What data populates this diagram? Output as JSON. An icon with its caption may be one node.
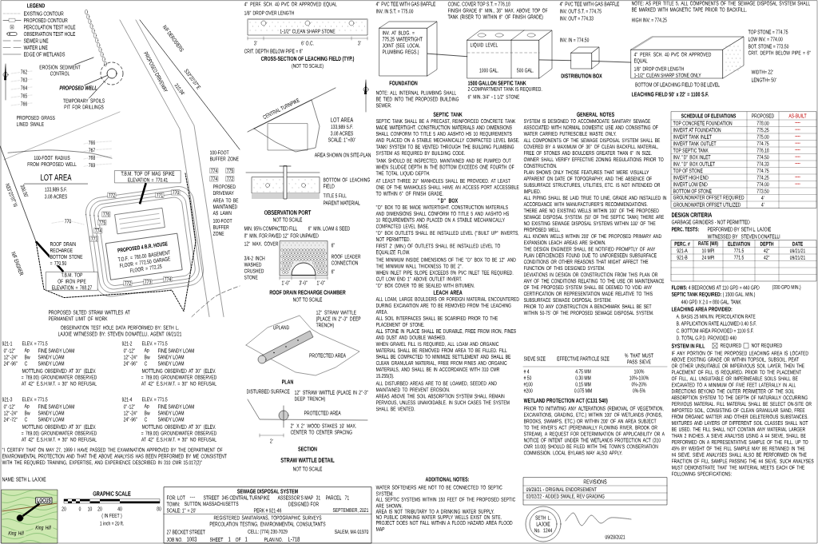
{
  "diagram": {
    "nodes": [
      {
        "text": [
          "INV. AT BLDG. = 775.25 WATERTIGHT JOINT (SEE LOCAL PLUMBING REGS.)",
          "FOUNDATION"
        ]
      },
      {
        "text": [
          "1000 GAL.",
          "500 GAL.",
          "1500 GALLON SEPTIC TANK"
        ],
        "beside": [
          "2-COMPARTMENT TANK IS REQUIRED."
        ]
      },
      {
        "text": [
          "DISTRIBUTION BOX"
        ],
        "beside": [
          "INV. IN = 774.50"
        ]
      },
      {
        "text": [
          "BOTTOM OF LEACHING FIELD TO BE LEVEL",
          "LEACHING FIELD 50' x 22' = 1100 S.F."
        ]
      },
      {
        "text": [
          "PROPOSED 4 B.R. HOUSE",
          "T.O.F. = 780.00 BASEMENT FLOOR = 772.50 GARAGE FLOOR = 772.25"
        ]
      },
      {
        "text": [],
        "shape": "circle"
      },
      {
        "text": [
          "PROPOSED WELL"
        ]
      },
      {
        "text": [
          "T.B.M. TOP OF MAG SPIKE ELEVATION = 770.41"
        ]
      },
      {
        "text": [
          "T.B.M. TOP OF IRON PIPE ELEVATION = 768.27"
        ]
      },
      {
        "text": [],
        "shape": "picture"
      },
      {
        "text": [
          "LOCUS"
        ],
        "in": 9
      },
      {
        "text": [],
        "shape": "circle",
        "in": 9
      },
      {
        "text": [
          "EROSION SEDIMENT CONTROL"
        ]
      },
      {
        "text": [
          "TEMPORARY SPOILS PIT FOR DRILLINGS"
        ]
      }
    ],
    "edges": [
      {
        "from": 0,
        "to": 1,
        "arrow": "none"
      },
      {
        "from": 1,
        "to": 2,
        "arrow": "none"
      },
      {
        "from": 2,
        "to": 3,
        "arrow": "none"
      },
      {
        "from": 6,
        "to": 5,
        "arrow": "none"
      },
      {
        "from": 7,
        "to": null,
        "arrow": "none",
        "style": "thick"
      },
      {
        "from": 8,
        "to": null,
        "arrow": "none",
        "style": "thick"
      },
      {
        "from": 10,
        "to": 11,
        "arrow": "none",
        "style": "thick"
      },
      {
        "from": 12,
        "to": null,
        "arrow": "none"
      },
      {
        "from": 13,
        "to": 5,
        "arrow": "none"
      }
    ],
    "labels": [
      "LEGEND",
      "LOT AREA",
      "133,989 S.F.",
      "3.08 ACRES",
      "S33°20'07\"E",
      "310.04'",
      "N33°20'07\"W",
      "300.00'",
      "N/F DEROSIERS",
      "N/F ENGNER",
      "PROPOSED DRIVEWAY",
      "PROPOSED GRASS LINED SWALE",
      "100-FOOT RADIUS FROM PROPOSED WELL",
      "ROOF DRAIN RECHARGE BOTTOM STONE = 770.50",
      "PROPOSED DRIVEWAY",
      "AREA TO BE MAINTAINED AS LAWN",
      "PROPOSED SILTED STRAW WATTLES AT PERMANENT LIMIT OF WORK",
      "100-FOOT BUFFER ZONE",
      "100-FOOT BUFFER ZONE",
      "762",
      "763",
      "764",
      "765",
      "766",
      "766",
      "767",
      "768",
      "769",
      "770",
      "776",
      "775",
      "774",
      "773",
      "772",
      "771",
      "770",
      "772",
      "773",
      "774",
      "774",
      "775",
      "774",
      "772",
      "GRAPHIC SCALE",
      "20",
      "0",
      "10",
      "20",
      "40",
      "80",
      "( IN FEET )",
      "1 inch = 20 ft.",
      "4\" PERF. SCH. 40 PVC OR APPROVED EQUAL",
      "1/8\" DROP OVER LENGTH",
      "1-1/2\" CLEAN SHARP STONE",
      "3'",
      "6' O.C.",
      "3'",
      "CRIT. DEPTH BELOW PIPE = 6\"",
      "CROSS-SECTION OF LEACHING FIELD (TYP.)",
      "(NOT TO SCALE)",
      "OBSERVATION TEST HOLE DATA PERFORMED BY: SETH L. LAJOIE WITNESSED BY: STEVEN DONATELLI, AGENT 09/21/21",
      "921-1",
      "ELEV. = 771.5",
      "0\"-12\"",
      "Ap",
      "FINE SANDY LOAM",
      "12\"-24\"",
      "Bw",
      "SANDY LOAM",
      "24\"-96\"",
      "C",
      "SANDY LOAM",
      "MOTTLING OBSERVED AT 30\" (ELEV. = 769.00) GROUNDWATER OBSERVED AT 42\" E.S.H.W.T. = 30\" NO REFUSAL",
      "921-2",
      "ELEV. = 771.5",
      "0\"-12\"",
      "Ap",
      "FINE SANDY LOAM",
      "12\"-24\"",
      "Bw",
      "SANDY LOAM",
      "24\"-96\"",
      "C",
      "SANDY LOAM",
      "MOTTLING OBSERVED AT 30\" (ELEV. = 769.00) GROUNDWATER OBSERVED AT 42\" E.S.H.W.T. = 30\" NO REFUSAL",
      "921-3",
      "ELEV. = 771.5",
      "0\"-12\"",
      "Ap",
      "FINE SANDY LOAM",
      "12\"-24\"",
      "Bw",
      "SANDY LOAM",
      "24\"-72\"",
      "C",
      "SANDY LOAM",
      "MOTTLING OBSERVED AT 30\" (ELEV. = 769.00) GROUNDWATER OBSERVED AT 42\" E.S.H.W.T. = 30\" NO REFUSAL",
      "921-4",
      "ELEV. = 771.5",
      "0\"-12\"",
      "Ap",
      "FINE SANDY LOAM",
      "12\"-24\"",
      "Bw",
      "SANDY LOAM",
      "24\"-96\"",
      "C",
      "SANDY LOAM",
      "MOTTLING OBSERVED AT 30\" (ELEV. = 769.00) GROUNDWATER OBSERVED AT 42\" E.S.H.W.T. = 30\" NO REFUSAL",
      "\"I CERTIFY THAT ON MAY 27, 1999 I HAVE PASSED THE EXAMINATION APPROVED BY THE DEPARTMENT OF ENVIRONMENTAL PROTECTION AND THAT THE ABOVE ANALYSIS HAS BEEN PERFORMED BY ME CONSISTENT WITH THE REQUIRED TRAINING, EXPERTISE, AND EXPERIENCE DESCRIBED IN 310 CMR 15.017(2)\"",
      "NAME: SETH L. LAJOIE",
      "ADDITIONAL NOTES:",
      "WATER SOFTENERS ARE NOT TO BE CONNECTED TO SEPTIC SYSTEM.",
      "ALL SEPTIC SYSTEMS WITHIN 150 FEET OF THE PROPOSED SEPTIC ARE SHOWN.",
      "AREA IS NOT TRIBUTARY TO A DRINKING WATER SUPPLY.",
      "NO PUBLIC DRINKING WATER SUPPLY WELLS EXIST ON SITE.",
      "PROJECT DOES NOT FALL WITHIN A FLOOD HAZARD AREA FLOOD MAP",
      "4\" PVC TEE WITH GAS BAFFLE",
      "INV. IN S.T. = 775.00",
      "CONC. COVER TOP S.T. = 776.18",
      "FINISH GRADE 6\" MIN., 36\" MAX. ABOVE TOP OF TANK (RISER TO WITHIN 6\" OF FINISH GRADE)",
      "4\" PVC TEE WITH GAS BAFFLE",
      "INV. OUT S.T. = 774.75",
      "NOTE: AS PER TITLE 5, ALL COMPONENTS OF THE SEWAGE DISPOSAL SYSTEM SHALL BE MARKED WITH MAGNETIC TAPE PRIOR TO BACKFILL.",
      "INV. OUT = 774.33",
      "HIGH INV. = 774.25",
      "TOP STONE = 774.75",
      "LOW INV. = 774.00",
      "BOT. STONE = 773.50",
      "CRIT. DEPTH BELOW PIPE = 6\"",
      "LIQUID LEVEL",
      "LENGTH= 50'",
      "WIDTH= 22'",
      "4\" PERF. SCH. 40 PVC OR APPROVED EQUAL",
      "1/8\" DROP OVER LENGTH",
      "1-1/2\" CLEAN SHARP STONE ONLY",
      "6\" MIN. 3/4\" - 1 1/2\" STONE",
      "NOTE: ALL INTERNAL PLUMBING SHALL BE TIED INTO THE PROPOSED BUILDING SEWER.",
      "SEPTIC TANK",
      "SEPTIC TANK SHALL BE A PRECAST, REINFORCED CONCRETE TANK MADE WATERTIGHT. CONSTRUCTION MATERIALS AND DIMENSIONS SHALL CONFORM TO TITLE 5 AND AASHTO HS 10 REQUIREMENTS AND PLACED ON A STABLE MECHANICALLY COMPACTED LEVEL BASE.",
      "TANK/ SYSTEM TO BE VENTED THROUGH THE BUILDING PLUMBING SYSTEM AS REQUIRED BY BUILDING CODE.",
      "TANK SHOULD BE INSPECTED, MAINTAINED AND BE PUMPED OUT WHEN SLUDGE DEPTH IN THE BOTTOM EXCEEDS ONE FOURTH OF THE TOTAL LIQUID DEPTH.",
      "AT LEAST THREE 20\" MANHOLES SHALL BE PROVIDED. AT LEAST ONE OF THE MANHOLES SHALL HAVE AN ACCESS PORT ACCESSIBLE TO WITHIN 6\" OF FINISH GRADE.",
      "\"D\" BOX",
      "\"D\" BOX TO BE MADE WATERTIGHT. CONSTRUCTION MATERIALS AND DIMENSIONS SHALL CONFORM TO TITLE 5 AND AASHTO HS 10 REQUIREMENTS AND PLACED ON A STABLE MECHANICALLY COMPACTED LEVEL BASE.",
      "\"D\" BOX OUTLETS SHALL BE INSTALLED LEVEL (\"BUILT UP\" INVERTS, NOT PERMITTED.",
      "FIRST 2' (MIN.) OF OUTLETS SHALL BE INSTALLED LEVEL TO EQUALIZE FLOW.",
      "THE MINIMUM INSIDE DIMENSIONS OF THE \"D\" BOX TO BE 12\" AND THE MINIMUM WALL THICKNESS TO BE 2\".",
      "WHEN INLET PIPE SLOPE EXCEEDS 8% PVC INLET TEE REQUIRED. CUT LOW END 1\" ABOVE OUTLET INVERT.",
      "\"D\" BOX COVER TO BE SEALED WITH BITUMEN.",
      "LEACH AREA",
      "ALL LOAM, LARGE BOULDERS OR FOREIGN MATERIAL ENCOUNTERED DURING EXCAVATION ARE TO BE REMOVED FROM THE LEACHING AREA.",
      "ALL SOIL INTERFACES SHALL BE SCARIFIED PRIOR TO THE PLACEMENT OF STONE.",
      "ALL STONE IN PLACE SHALL BE DURABLE, FREE FROM IRON, FINES AND DUST AND DOUBLE WASHED.",
      "WHEN GRAVEL FILL IS REQUIRED, ALL LOAM AND ORGANIC MATERIAL SHALL BE REMOVED FROM AREA TO BE FILLED. FILL SHALL BE COMPACTED TO MINIMIZE SETTLEMENT AND SHALL BE CLEAN GRANULAR MATERIAL, FREE FROM FINES AND ORGANIC MATERIALS, AND SHALL BE IN ACCORDANCE WITH 310 CMR 15.255(3).",
      "ALL DISTURBED AREAS ARE TO BE LOAMED, SEEDED AND MAINTAINED TO PREVENT EROSION.",
      "AREAS ABOVE THE SOIL ABSORPTION SYSTEM SHALL REMAIN PERVIOUS, UNLESS UNAVOIDABLE. IN SUCH CASES THE SYSTEM SHALL BE VENTED.",
      "GENERAL NOTES",
      "SYSTEM IS DESIGNED TO ACCOMMODATE SANITARY SEWAGE ASSOCIATED WITH NORMAL DOMESTIC USE AND CONSISTING OF WATER CARRIED PUTRESCIBLE WASTE ONLY.",
      "ALL COMPONENTS OF THE SEWAGE DISPOSAL SYSTEM SHALL BE COVERED BY A MAXIMUM OF 36\" OF CLEAN BACKFILL MATERIAL, FREE OF STONES AND BOULDERS GREATER THAN 6\" IN SIZE.",
      "OWNER SHALL VERIFY EFFECTIVE ZONING REGULATIONS PRIOR TO CONSTRUCTION.",
      "PLAN SHOWS ONLY THOSE FEATURES THAT WERE VISUALLY APPARENT ON DATE OF TOPOGRAPHY, AND THE ABSENCE OF SUBSURFACE STRUCTURES, UTILITIES, ETC. IS NOT INTENDED OR IMPLIED.",
      "ALL PIPING SHALL BE LAID TRUE TO LINE, GRADE AND INSTALLED IN ACCORDANCE WITH MANUFACTURER'S RECOMMENDATIONS.",
      "THERE ARE NO EXISTING WELLS WITHIN 100' OF THE PROPOSED SEWAGE DISPOSAL SYSTEM. (50' OF THE SEPTIC TANK) THERE ARE NO EXISTING SEWAGE DISPOSAL SYSTEMS WITHIN 100' OF THE PROPOSED WELL.",
      "ALL KNOWN WELLS WITHIN 200' OF THE PROPOSED PRIMARY AND EXPANSION LEACH AREAS ARE SHOWN.",
      "THE DESIGN ENGINEER SHALL BE NOTIFIED PROMPTLY OF ANY PLAN DEFICIENCIES FOUND DUE TO UNFORESEEN SUBSURFACE CONDITIONS OR OTHER REASONS THAT MIGHT AFFECT THE FUNCTION OF THIS DESIGNED SYSTEM.",
      "DEVIATIONS IN DESIGN OR CONSTRUCTION FROM THIS PLAN OR ANY OF THE CONDITIONS RELATING TO THE USE OR MAINTENANCE OF THE PROPOSED SYSTEM SHALL BE DEEMED TO VOID ANY CERTIFICATION OR REPRESENTATION MADE RELATIVE TO THIS SUBSURFACE SEWAGE DISPOSAL SYSTEM.",
      "PRIOR TO ANY CONSTRUCTION A BENCHMARK SHALL BE SET WITHIN 50-75' OF THE PROPOSED SEWAGE DISPOSAL SYSTEM.",
      "SCHEDULE OF ELEVATIONS",
      "PROPOSED",
      "AS-BUILT",
      "TOP CONCRETE FOUNDATION",
      "778.00",
      "----",
      "INVERT AT FOUNDATION",
      "775.25",
      "----",
      "INVERT TANK INLET",
      "775.00",
      "----",
      "INVERT TANK OUTLET",
      "774.75",
      "----",
      "TOP SEPTIC TANK",
      "776.18",
      "----",
      "INV. \"D\" BOX INLET",
      "774.50",
      "----",
      "INV. \"D\" BOX OUTLET",
      "774.33",
      "----",
      "TOP OF STONE",
      "774.75",
      "INVERT HIGH END",
      "774.25",
      "----",
      "INVERT LOW END",
      "774.00",
      "----",
      "BOTTOM OF STONE",
      "773.50",
      "GROUNDWATER OFFSET REQUIRED",
      "4'",
      "GROUNDWATER OFFSET UTILIZED",
      "4'",
      "DESIGN CRITERIA",
      "GARBAGE GRINDERS - NOT PERMITTED",
      "PERC. TESTS:",
      "PERFORMED BY",
      "SETH L. LAJOIE",
      "WITNESSED BY",
      "STEVEN DONATELLI",
      "PERC. #",
      "RATE (M/I)",
      "ELEVATION",
      "DEPTH",
      "DATE",
      "921-A",
      "10 MPI",
      "771.5",
      "42\"",
      "09/21/21",
      "921-B",
      "24 MPI",
      "771.5",
      "42\"",
      "09/21/21",
      "**FLOWS:** 4 BEDROOMS AT 110 GPD = 440 GPD",
      "(330 GPD MIN.)",
      "**SEPTIC TANK REQUIRED:** ( 1500 GAL. MIN.)",
      "440 GPD X 2.0 = 880 GAL. TANK",
      "LEACHING AREA PROVIDED:",
      "A. BASIS 25 MIN./IN. PERCOLATION RATE",
      "B. APPLICATION RATE ALLOWED 0.40 S.F.",
      "C. BOTTOM AREA PROVIDED = 1100 S.F.",
      "D. TOTAL G.P.D. PROVIDED 440",
      "SYSTEM IN FILL",
      "REQUIRED",
      "NOT REQUIRED",
      "IF ANY PORTION OF THE PROPOSED LEACHING AREA IS LOCATED ABOVE EXISTING GRADE OR WITHIN TOPSOIL, SUBSOIL, PEAT OR OTHER UNSUITABLE OR IMPERVIOUS SOIL LAYER, THEN THE PLACEMENT OF FILL IS REQUIRED. PRIOR TO THE PLACEMENT OF FILL, ALL UNSUITABLE OR IMPERMEABLE SOILS SHALL BE EXCAVATED TO A MINIMUM OF FIVE FEET LATERALLY IN ALL DIRECTIONS BEYOND THE OUTER PERIMETER OF THE SOIL ABSORPTION SYSTEM TO THE DEPTH OF NATURALLY OCCURRING PERVIOUS MATERIAL. FILL MATERIAL SHALL BE SELECT ON-SITE OR IMPORTED SOIL, CONSISTING OF CLEAN GRANULAR SAND, FREE FROM ORGANIC MATTER AND OTHER DELETERIOUS SUBSTANCES. MIXTURES AND LAYERS OF DIFFERENT SOIL CLASSES SHALL NOT BE USED. THE FILL SHALL NOT CONTAIN ANY MATERIAL LARGER THAN 2 INCHES. A SIEVE ANALYSIS USING A #4 SIEVE, SHALL BE PERFORMED ON A REPRESENTATIVE SAMPLE OF THE FILL. UP TO 45% BY WEIGHT OF THE FILL SAMPLE MAY BE RETAINED IN THE #4 SIEVE. SIEVE ANALYSES SHALL ALSO BE PERFORMED ON THE FRACTION OF FILL SAMPLE PASSING THE #4 SIEVE. SUCH ANALYSES MUST DEMONSTRATE THAT THE MATERIAL MEETS EACH OF THE FOLLOWING SPECIFICATIONS:",
      "SIEVE SIZE",
      "EFFECTIVE PARTICLE SIZE",
      "% THAT MUST PASS SIEVE",
      "# 4",
      "4.75 MM",
      "100%",
      "# 50",
      "0.30 MM",
      "10%-100%",
      "#100",
      "0.15 MM",
      "0%-20%",
      "#200",
      "0.075 MM",
      "0%-5%",
      "WETLAND PROTECTION ACT (C131 S40)",
      "PRIOR TO INITIATING ANY ALTERATIONS (REMOVAL OF VEGETATION, EXCAVATIONS, GRADING, ETC.) WITHIN 100' OF WETLANDS (PONDS, BROOKS, SWAMPS, ETC.) OR WITHIN 200' OF AN AREA SUBJECT TO THE RIVER'S ACT (PERENNIALLY FLOWING RIVER, BROOK OR STREAM), A REQUEST FOR DETERMINATION OF APPLICABILITY OR A NOTICE OF INTENT UNDER THE WETLANDS PROTECTION ACT (310 CMR 10.00) SHOULD BE FILED WITH THE TOWN'S CONSERVATION COMMISSION. LOCAL BYLAWS MAY ALSO APPLY.",
      "CENTRAL TURNPIKE",
      "LOT AREA",
      "133,989 S.F.",
      "3.08 ACRES",
      "SCALE: 1\"=80'",
      "AREA SHOWN ON SITE-PLAN",
      "BOTTOM OF LEACHING FIELD",
      "TITLE 5 FILL",
      "PARENT MATERIAL",
      "OBSERVATION PORT",
      "NOT TO SCALE",
      "MIN. 95% COMPACTED FILL",
      "6\" MIN. LOAM & SEED",
      "8\" MIN. FOR PAVED 12\" FOR UNPAVED",
      "12\" MAX. COVER",
      "3/4-2 INCH WASHED CRUSHED STONE",
      "ROOF LEADER CONNECTION",
      "1'-0\"",
      "3'-0\"",
      "1'-0\"",
      "6\"",
      "6\"",
      "ROOF DRAIN RECHARGE CHAMBER",
      "NOT TO SCALE",
      "UPLAND",
      "12\" STRAW WATTLE (PLACE IN 2\"-3\" DEEP TRENCH)",
      "PROTECTED AREA",
      "PLAN",
      "DISTURBED SURFACE",
      "2\" X 2\" WOOD STAKES 10' MAX. CENTER TO CENTER SPACING",
      "12\" STRAW WATTLE (PLACE IN 2\"-3\" DEEP TRENCH)",
      "PROTECTED AREA",
      "2'",
      "SECTION",
      "STRAW WATTLE DETAIL",
      "NOT TO SCALE",
      "King Hill",
      "King Hill",
      "SETH L. LAJOIE No. 1244",
      "09/28/2021",
      "REVISIONS",
      "09/28/21 - ORIGINAL ENDORSEMENT",
      "02/02/22 - ADDED SWALE, REV GRADING",
      "SEWAGE DISPOSAL SYSTEM",
      "FOR: LOT",
      "----",
      "STREET",
      "345 CENTRAL TURNPIKE",
      "ASSESSOR'S MAP",
      "31",
      "PARCEL",
      "71",
      "TOWN:",
      "SUTTON, MASSACHUSETTS",
      "DESIGNED FOR",
      "SCALE: 1\" = 20'",
      "PERK # 921-46",
      "SEPTEMBER, 2021",
      "REGISTERED SANITARIANS, TOPOGRAPHIC SURVEYS PERCOLATION TESTING, ENVIRONMENTAL CONSULTANTS",
      "27 BECKET STREET",
      "CELL: (774) 230-7029",
      "SALEM, MA 01970",
      "JOB NO.",
      "1003",
      "SHEET",
      "1",
      "OF",
      "1",
      "PLAN NO.",
      "L-718"
    ],
    "legend": [
      {
        "text": "EXISTING CONTOUR"
      },
      {
        "text": "PROPOSED CONTOUR"
      },
      {
        "text": "PERCOLATION TEST HOLE"
      },
      {
        "text": "OBSERVATION TEST HOLE"
      },
      {
        "text": "SEWER LINE"
      },
      {
        "text": "WATER LINE"
      },
      {
        "text": "EDGE OF WETLANDS"
      }
    ]
  }
}
